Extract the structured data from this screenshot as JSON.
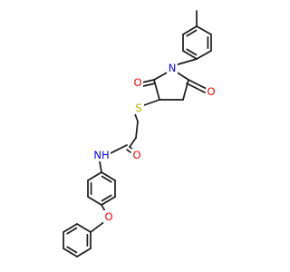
{
  "molecule": {
    "atom_labels": {
      "o1": "O",
      "o2": "O",
      "n1": "N",
      "s1": "S",
      "o3": "O",
      "nh": "NH",
      "o4": "O"
    },
    "colors": {
      "bond": "#1a1a1a",
      "oxygen": "#ff0000",
      "nitrogen": "#0000ff",
      "sulfur": "#b3b300"
    }
  }
}
